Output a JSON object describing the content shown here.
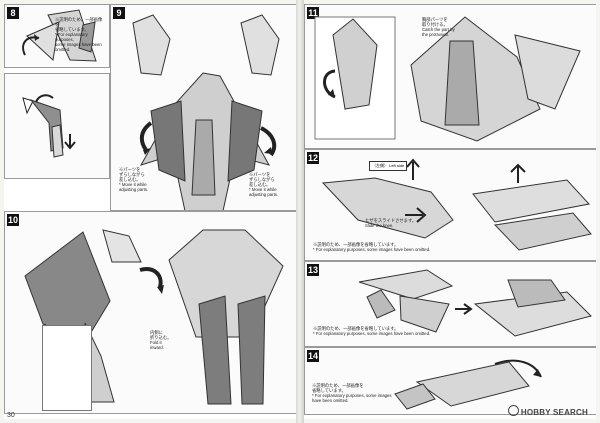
{
  "left_page": {
    "page_number": "30",
    "steps": [
      {
        "number": "8",
        "notes": [
          "※説明のため、一部画像を\n省略しています。\n* For explanatory purposes,\nsome images have been\nomitted."
        ]
      },
      {
        "number": "9",
        "notes": [
          "※パーツを\nずらしながら\n差し込む。\n* Move it while\nadjusting parts.",
          "※パーツを\nずらしながら\n差し込む。\n* Move it while\nadjusting parts."
        ]
      },
      {
        "number": "10",
        "notes": [
          "内側に\n折り込む。\nFold it\ninward."
        ]
      }
    ]
  },
  "right_page": {
    "steps": [
      {
        "number": "11",
        "notes": [
          "胸部パーツを\n取り付ける。\nCatch the part by\nthe protrusion."
        ]
      },
      {
        "number": "12",
        "notes": [
          "（左側）\nLeft side",
          "ヒザをスライドさせます。\nSlide the knee.",
          "※説明のため、一部画像を省略しています。\n* For explanatory purposes, some images have been omitted."
        ]
      },
      {
        "number": "13",
        "notes": [
          "※説明のため、一部画像を省略しています。\n* For explanatory purposes, some images have been omitted."
        ]
      },
      {
        "number": "14",
        "notes": [
          "※説明のため、一部画像を\n省略しています。\n* For explanatory purposes, some images\nhave been omitted."
        ]
      }
    ]
  },
  "logo": {
    "text": "HOBBY SEARCH"
  },
  "colors": {
    "line": "#222222",
    "paper": "#ffffff",
    "gray": "#b8b8b8"
  }
}
